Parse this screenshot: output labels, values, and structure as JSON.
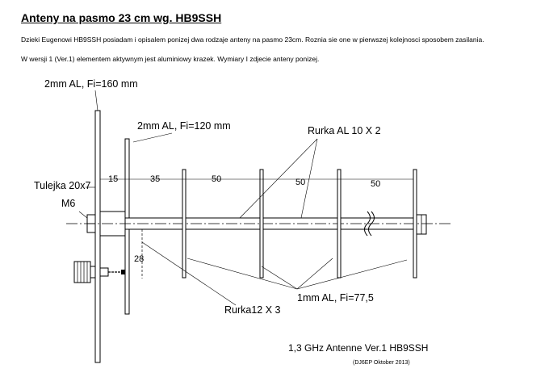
{
  "header": {
    "title": "Anteny na pasmo 23 cm wg. HB9SSH",
    "paragraph1": "Dzieki Eugenowi HB9SSH posiadam i opisalem ponizej dwa rodzaje anteny na pasmo 23cm.  Roznia sie one w pierwszej kolejnosci sposobem zasilania.",
    "paragraph2": "W wersji 1 (Ver.1) elementem aktywnym jest aluminiowy krazek. Wymiary I zdjecie anteny ponizej."
  },
  "drawing": {
    "label_reflector": "2mm AL,  Fi=160 mm",
    "label_radiator": "2mm AL,  Fi=120 mm",
    "label_boom": "Rurka AL 10 X 2",
    "label_sleeve": "Tulejka 20x7",
    "label_m6": "M6",
    "dim_15": "15",
    "dim_35": "35",
    "dim_50a": "50",
    "dim_50b": "50",
    "dim_50c": "50",
    "dim_28": "28",
    "label_directors": "1mm AL, Fi=77,5",
    "label_tube": "Rurka12 X 3",
    "caption": "1,3 GHz Antenne  Ver.1  HB9SSH",
    "credit": "(DJ6EP Oktober 2013)"
  }
}
